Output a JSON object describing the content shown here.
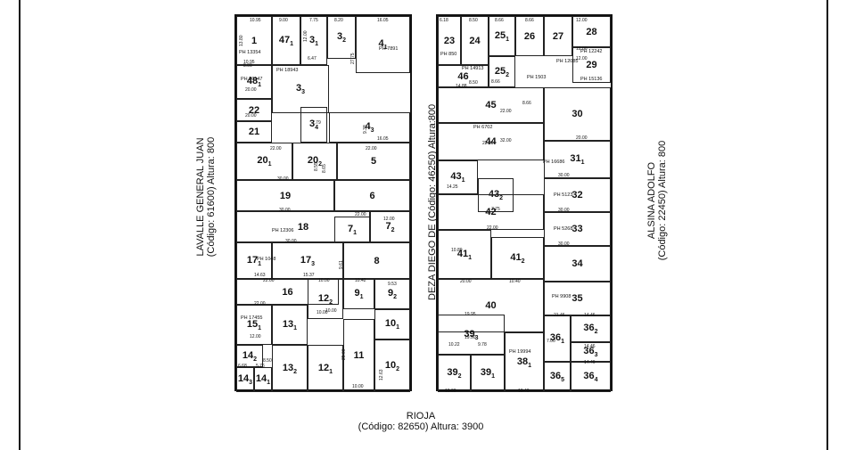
{
  "streets": {
    "west": {
      "name": "LAVALLE GENERAL JUAN",
      "code": "(Código: 61600) Altura: 800"
    },
    "middle": {
      "name": "DEZA DIEGO DE (Código: 46250) Altura:800"
    },
    "east": {
      "name": "ALSINA ADOLFO",
      "code": "(Código: 22450) Altura: 800"
    },
    "south": {
      "name": "RIOJA",
      "code": "(Código: 82650) Altura: 3900"
    }
  },
  "west_block": {
    "lots": [
      {
        "id": "1",
        "sub": ""
      },
      {
        "id": "47",
        "sub": "1"
      },
      {
        "id": "3",
        "sub": "1"
      },
      {
        "id": "3",
        "sub": "2"
      },
      {
        "id": "4",
        "sub": "1"
      },
      {
        "id": "48",
        "sub": "1"
      },
      {
        "id": "3",
        "sub": "3"
      },
      {
        "id": "22",
        "sub": ""
      },
      {
        "id": "21",
        "sub": ""
      },
      {
        "id": "3",
        "sub": "4"
      },
      {
        "id": "4",
        "sub": "3"
      },
      {
        "id": "20",
        "sub": "1"
      },
      {
        "id": "20",
        "sub": "2"
      },
      {
        "id": "5",
        "sub": ""
      },
      {
        "id": "19",
        "sub": ""
      },
      {
        "id": "6",
        "sub": ""
      },
      {
        "id": "18",
        "sub": ""
      },
      {
        "id": "7",
        "sub": "1"
      },
      {
        "id": "7",
        "sub": "2"
      },
      {
        "id": "17",
        "sub": "1"
      },
      {
        "id": "17",
        "sub": "3"
      },
      {
        "id": "8",
        "sub": ""
      },
      {
        "id": "16",
        "sub": ""
      },
      {
        "id": "12",
        "sub": "2"
      },
      {
        "id": "9",
        "sub": "1"
      },
      {
        "id": "9",
        "sub": "2"
      },
      {
        "id": "15",
        "sub": "1"
      },
      {
        "id": "13",
        "sub": "1"
      },
      {
        "id": "10",
        "sub": "1"
      },
      {
        "id": "14",
        "sub": "2"
      },
      {
        "id": "14",
        "sub": "3"
      },
      {
        "id": "14",
        "sub": "1"
      },
      {
        "id": "13",
        "sub": "2"
      },
      {
        "id": "12",
        "sub": "1"
      },
      {
        "id": "11",
        "sub": ""
      },
      {
        "id": "10",
        "sub": "2"
      }
    ],
    "ph": [
      "PH 13354",
      "PH 18943",
      "PH 20147",
      "PH 7891",
      "PH 12306",
      "PH 1048",
      "PH 17455"
    ],
    "dims": [
      "10.95",
      "9.00",
      "7.75",
      "8.20",
      "16.05",
      "13.80",
      "12.00",
      "27.75",
      "10.95",
      "8.00",
      "20.00",
      "20.00",
      "16.05",
      "22.00",
      "22.00",
      "30.00",
      "30.00",
      "22.00",
      "30.00",
      "12.00",
      "14.63",
      "22.00",
      "15.37",
      "10.00",
      "10.42",
      "9.53",
      "22.00",
      "10.00",
      "12.00",
      "10.00",
      "8.50",
      "6.68",
      "5.76",
      "25.00",
      "12.63",
      "10.00",
      "9.61",
      "8.55",
      "6.47",
      "7.79",
      "9.38",
      "8.65"
    ]
  },
  "east_block": {
    "lots": [
      {
        "id": "23",
        "sub": ""
      },
      {
        "id": "24",
        "sub": ""
      },
      {
        "id": "25",
        "sub": "1"
      },
      {
        "id": "26",
        "sub": ""
      },
      {
        "id": "27",
        "sub": ""
      },
      {
        "id": "28",
        "sub": ""
      },
      {
        "id": "29",
        "sub": ""
      },
      {
        "id": "46",
        "sub": ""
      },
      {
        "id": "25",
        "sub": "2"
      },
      {
        "id": "45",
        "sub": ""
      },
      {
        "id": "30",
        "sub": ""
      },
      {
        "id": "44",
        "sub": ""
      },
      {
        "id": "31",
        "sub": "1"
      },
      {
        "id": "43",
        "sub": "1"
      },
      {
        "id": "43",
        "sub": "2"
      },
      {
        "id": "32",
        "sub": ""
      },
      {
        "id": "42",
        "sub": ""
      },
      {
        "id": "33",
        "sub": ""
      },
      {
        "id": "41",
        "sub": "1"
      },
      {
        "id": "41",
        "sub": "2"
      },
      {
        "id": "34",
        "sub": ""
      },
      {
        "id": "40",
        "sub": ""
      },
      {
        "id": "35",
        "sub": ""
      },
      {
        "id": "39",
        "sub": "3"
      },
      {
        "id": "36",
        "sub": "1"
      },
      {
        "id": "36",
        "sub": "2"
      },
      {
        "id": "36",
        "sub": "3"
      },
      {
        "id": "39",
        "sub": "2"
      },
      {
        "id": "39",
        "sub": "1"
      },
      {
        "id": "38",
        "sub": "1"
      },
      {
        "id": "36",
        "sub": "5"
      },
      {
        "id": "36",
        "sub": "4"
      }
    ],
    "ph": [
      "PH 850",
      "PH 14913",
      "PH 1503",
      "PH 12085",
      "PH 12242",
      "PH 15136",
      "PH 6702",
      "PH 16686",
      "PH 5123",
      "PH 5268",
      "PH 9908",
      "PH 19994"
    ],
    "dims": [
      "6.18",
      "8.50",
      "8.66",
      "8.66",
      "12.00",
      "12.00",
      "14.88",
      "8.50",
      "8.66",
      "8.66",
      "22.00",
      "32.00",
      "22.00",
      "20.00",
      "30.00",
      "30.00",
      "14.25",
      "7.75",
      "22.00",
      "30.00",
      "10.89",
      "20.00",
      "10.40",
      "21.46",
      "14.46",
      "19.95",
      "19.90",
      "10.22",
      "9.78",
      "10.40",
      "7.00",
      "14.46",
      "14.46",
      "10.00",
      "12.00"
    ]
  }
}
